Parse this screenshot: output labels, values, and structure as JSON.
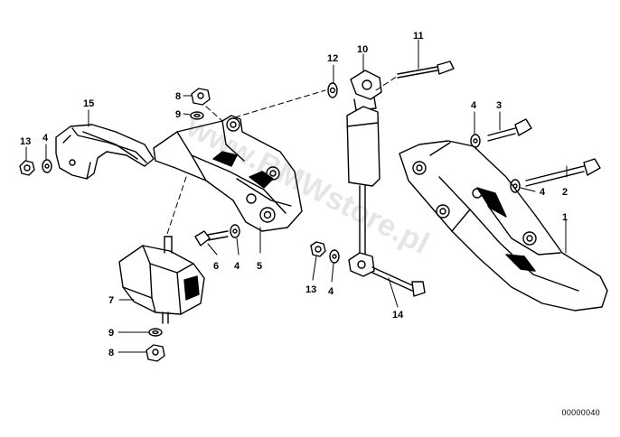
{
  "watermark": "www.BMWstore.pl",
  "diagram_number": "00000040",
  "callouts": {
    "c1": "1",
    "c2": "2",
    "c3": "3",
    "c4a": "4",
    "c4b": "4",
    "c4c": "4",
    "c4d": "4",
    "c4e": "4",
    "c5": "5",
    "c6": "6",
    "c7": "7",
    "c8a": "8",
    "c8b": "8",
    "c9a": "9",
    "c9b": "9",
    "c10": "10",
    "c11": "11",
    "c12": "12",
    "c13a": "13",
    "c13b": "13",
    "c14": "14",
    "c15": "15"
  }
}
